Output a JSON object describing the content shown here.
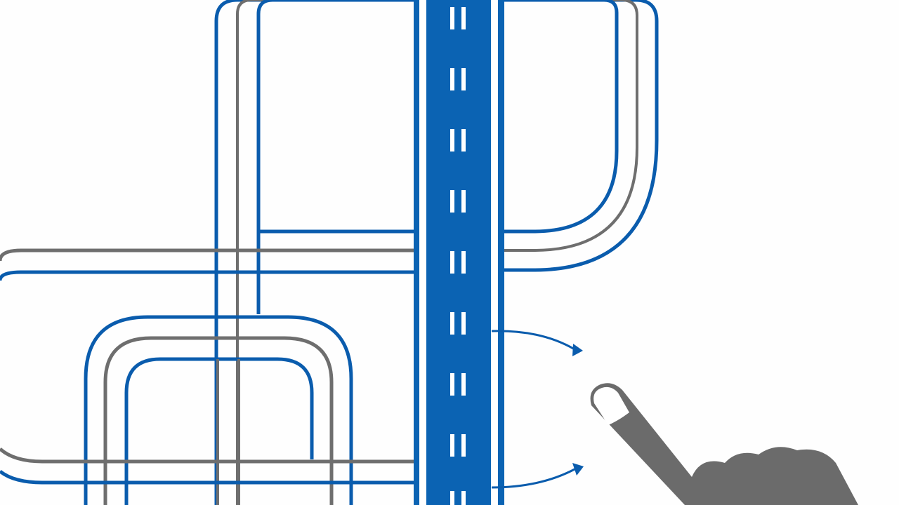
{
  "illustration": {
    "subject": "road-network",
    "colors": {
      "background": "#fefefe",
      "blue_road": "#0a5cad",
      "highway": "#0b63b3",
      "gray_road": "#6e6e6e",
      "lane_marking": "#ffffff",
      "hand": "#6b6b6b",
      "fingernail": "#ffffff"
    },
    "icons": [
      "road-network",
      "highway",
      "route-arrow",
      "pointing-hand-icon"
    ]
  }
}
